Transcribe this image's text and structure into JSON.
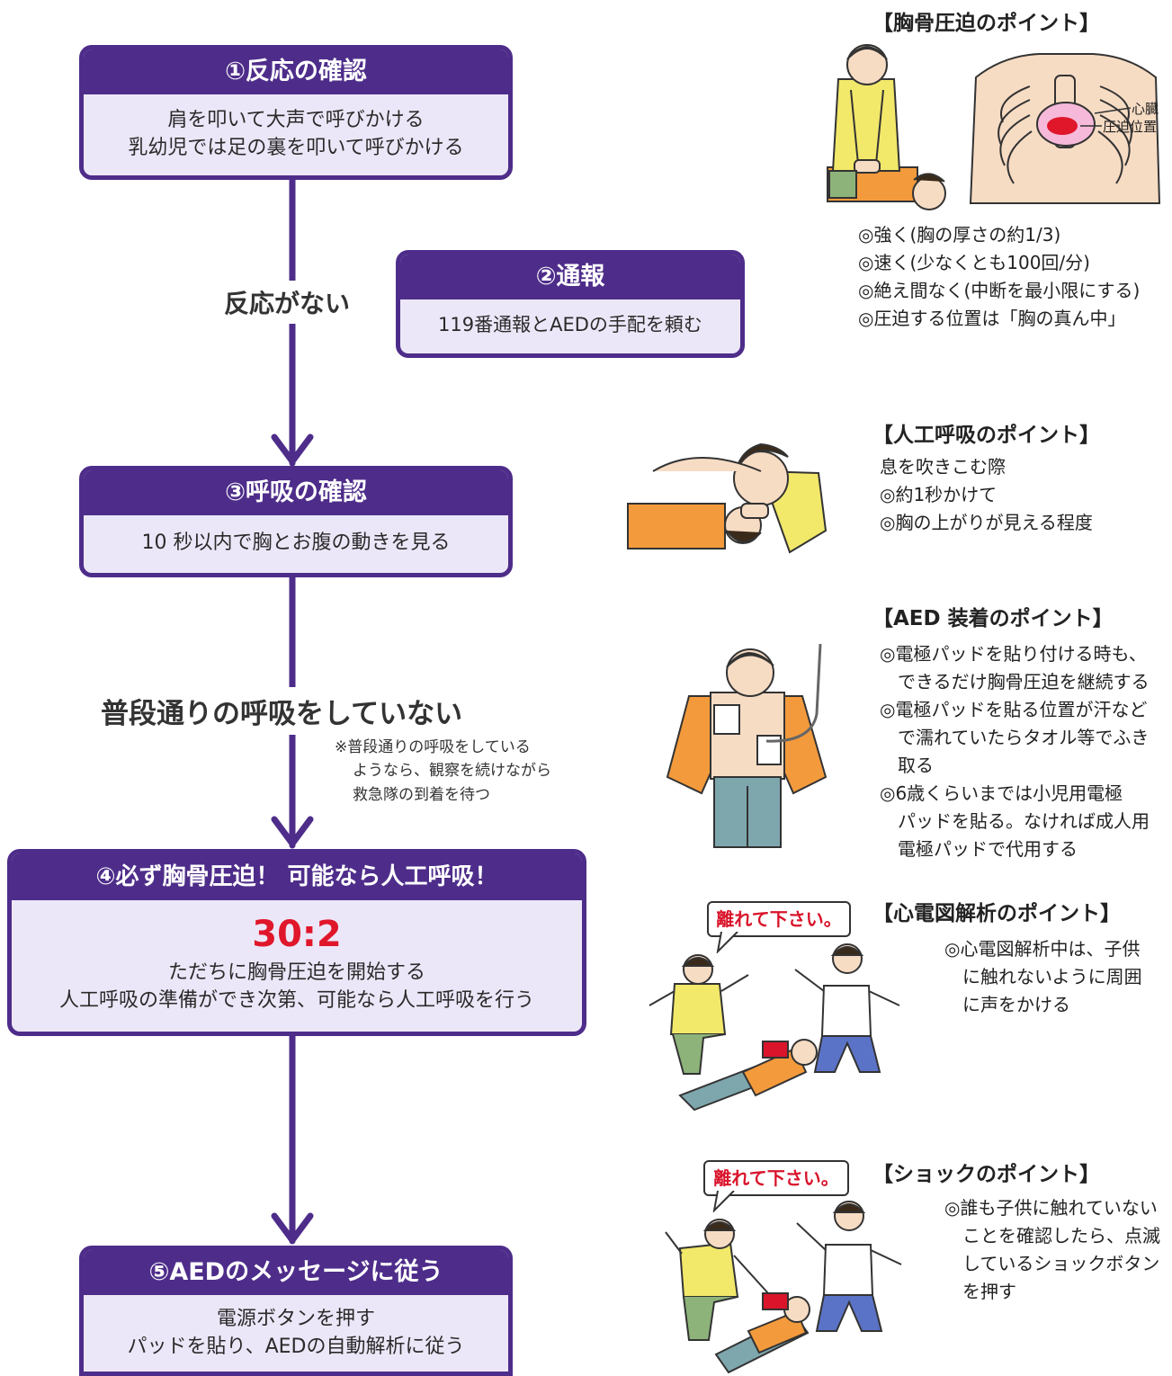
{
  "steps": [
    {
      "title": "①反応の確認",
      "lines": [
        "肩を叩いて大声で呼びかける",
        "乳幼児では足の裏を叩いて呼びかける"
      ]
    },
    {
      "title": "②通報",
      "lines": [
        "119番通報とAEDの手配を頼む"
      ]
    },
    {
      "title": "③呼吸の確認",
      "lines": [
        "10 秒以内で胸とお腹の動きを見る"
      ]
    },
    {
      "title": "④必ず胸骨圧迫！ 可能なら人工呼吸！",
      "ratio": "30:2",
      "lines": [
        "ただちに胸骨圧迫を開始する",
        "人工呼吸の準備ができ次第、可能なら人工呼吸を行う"
      ]
    },
    {
      "title": "⑤AEDのメッセージに従う",
      "lines": [
        "電源ボタンを押す",
        "パッドを貼り、AEDの自動解析に従う"
      ]
    }
  ],
  "flow_labels": {
    "no_response": "反応がない",
    "no_normal_breathing": "普段通りの呼吸をしていない",
    "note": [
      "※普段通りの呼吸をしている",
      "ようなら、観察を続けながら",
      "救急隊の到着を待つ"
    ]
  },
  "points": [
    {
      "title": "【胸骨圧迫のポイント】",
      "lines": [
        "◎強く(胸の厚さの約1/3)",
        "◎速く(少なくとも100回/分)",
        "◎絶え間なく(中断を最小限にする)",
        "◎圧迫する位置は「胸の真ん中」"
      ],
      "diagram_labels": [
        "心臓",
        "圧迫位置"
      ]
    },
    {
      "title": "【人工呼吸のポイント】",
      "lines": [
        "息を吹きこむ際",
        "◎約1秒かけて",
        "◎胸の上がりが見える程度"
      ]
    },
    {
      "title": "【AED 装着のポイント】",
      "lines": [
        "◎電極パッドを貼り付ける時も、",
        "　できるだけ胸骨圧迫を継続する",
        "◎電極パッドを貼る位置が汗など",
        "　で濡れていたらタオル等でふき",
        "　取る",
        "◎6歳くらいまでは小児用電極",
        "　パッドを貼る。なければ成人用",
        "　電極パッドで代用する"
      ]
    },
    {
      "title": "【心電図解析のポイント】",
      "lines": [
        "◎心電図解析中は、子供",
        "　に触れないように周囲",
        "　に声をかける"
      ],
      "bubble": "離れて下さい。"
    },
    {
      "title": "【ショックのポイント】",
      "lines": [
        "◎誰も子供に触れていない",
        "　ことを確認したら、点滅",
        "　しているショックボタン",
        "　を押す"
      ],
      "bubble": "離れて下さい。"
    }
  ],
  "colors": {
    "primary": "#4e2d8a",
    "box_fill": "#ece7f8",
    "ratio": "#e0162b",
    "skin": "#f7dcc4",
    "yellow_shirt": "#f2e86a",
    "orange_shirt": "#f39a3c"
  }
}
